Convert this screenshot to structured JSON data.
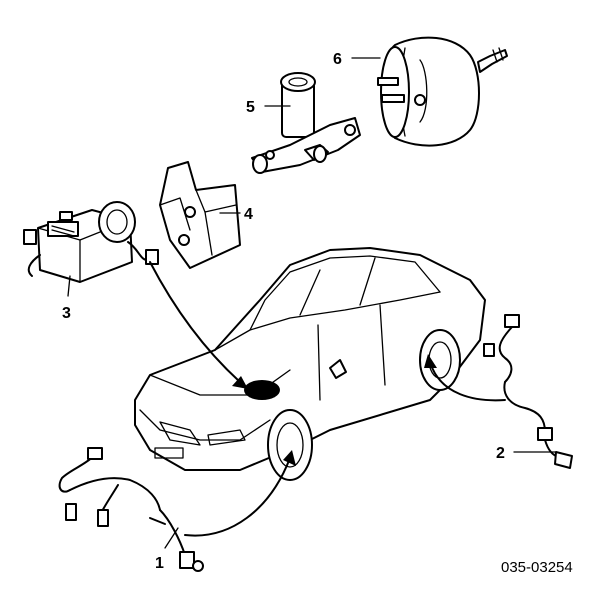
{
  "callouts": {
    "c1": "1",
    "c2": "2",
    "c3": "3",
    "c4": "4",
    "c5": "5",
    "c6": "6"
  },
  "figure_code": "035-03254"
}
